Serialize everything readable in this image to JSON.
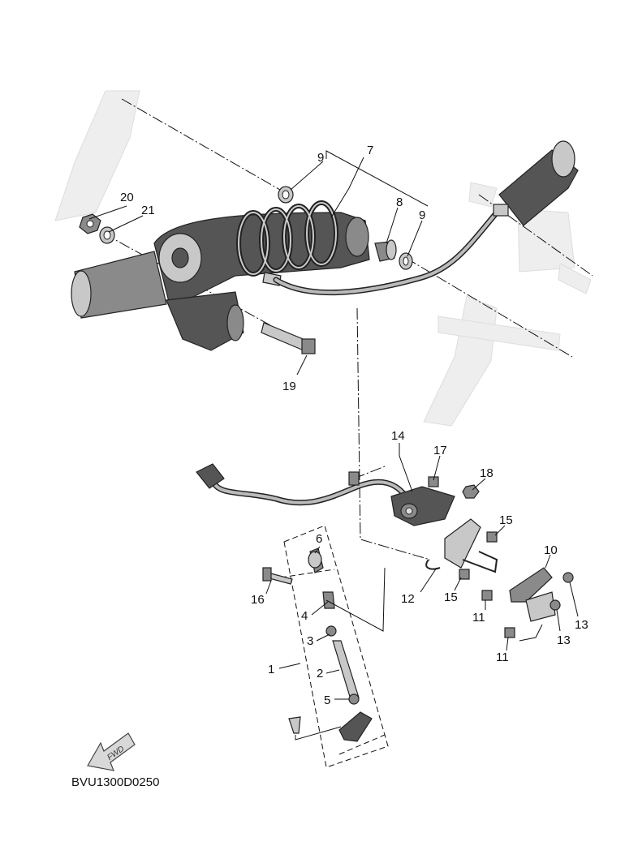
{
  "diagram_code": "BVU1300D0250",
  "fwd_label": "FWD",
  "callouts": [
    "1",
    "2",
    "3",
    "4",
    "5",
    "6",
    "7",
    "8",
    "9",
    "9",
    "10",
    "11",
    "11",
    "12",
    "13",
    "13",
    "14",
    "15",
    "15",
    "16",
    "17",
    "18",
    "19",
    "20",
    "21"
  ]
}
